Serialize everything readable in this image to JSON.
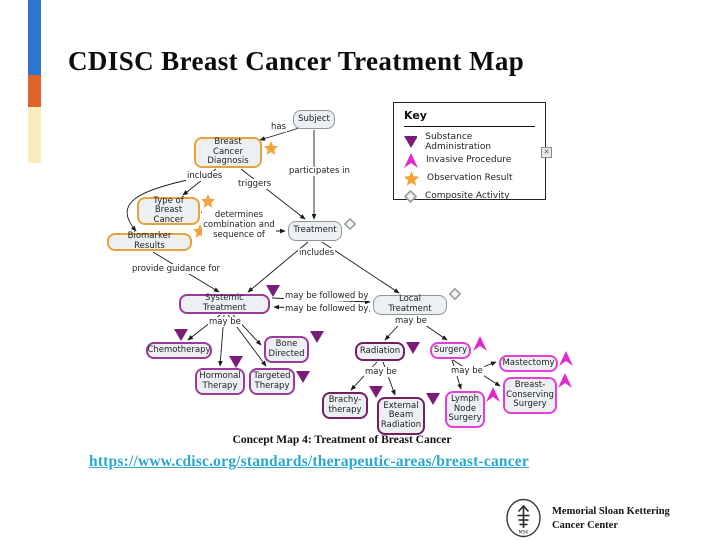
{
  "slide": {
    "title": "CDISC Breast Cancer Treatment Map",
    "caption": "Concept Map 4: Treatment of Breast Cancer",
    "link": "https://www.cdisc.org/standards/therapeutic-areas/breast-cancer"
  },
  "colors": {
    "accent_blue": "#2e75cf",
    "accent_orange": "#e2622b",
    "accent_cream": "#fbecbd",
    "node_gray_border": "#8b969c",
    "node_orange_border": "#e8a23c",
    "node_purple_border": "#9b3a9b",
    "node_dark_purple_border": "#722063",
    "node_pink_border": "#e33fd8",
    "marker_triangle": "#7a1d7a",
    "marker_dart": "#e129ce",
    "marker_star": "#f2a33c",
    "marker_diamond": "#9aa0a3",
    "link_color": "#2ba6ce"
  },
  "key": {
    "title": "Key",
    "items": [
      {
        "icon": "substance-administration-triangle",
        "label": "Substance Administration"
      },
      {
        "icon": "invasive-procedure-arrow",
        "label": "Invasive Procedure"
      },
      {
        "icon": "observation-result-star",
        "label": "Observation Result"
      },
      {
        "icon": "composite-activity-diamond",
        "label": "Composite Activity"
      }
    ]
  },
  "diagram": {
    "nodes": {
      "subject": {
        "label": "Subject",
        "marker": null
      },
      "breast_cancer_diagnosis": {
        "label": "Breast Cancer Diagnosis",
        "marker": "star"
      },
      "type_of_breast_cancer": {
        "label": "Type of Breast Cancer",
        "marker": "star"
      },
      "biomarker_results": {
        "label": "Biomarker Results",
        "marker": "star"
      },
      "treatment": {
        "label": "Treatment",
        "marker": "diamond"
      },
      "systemic_treatment": {
        "label": "Systemic Treatment",
        "marker": "triangle"
      },
      "local_treatment": {
        "label": "Local Treatment",
        "marker": "diamond"
      },
      "chemotherapy": {
        "label": "Chemotherapy",
        "marker": "triangle"
      },
      "hormonal_therapy": {
        "label": "Hormonal Therapy",
        "marker": "triangle"
      },
      "targeted_therapy": {
        "label": "Targeted Therapy",
        "marker": "triangle"
      },
      "bone_directed": {
        "label": "Bone Directed",
        "marker": "triangle"
      },
      "radiation": {
        "label": "Radiation",
        "marker": "triangle"
      },
      "brachytherapy": {
        "label": "Brachy-therapy",
        "marker": "triangle"
      },
      "external_beam_radiation": {
        "label": "External Beam Radiation",
        "marker": "triangle"
      },
      "surgery": {
        "label": "Surgery",
        "marker": "dart"
      },
      "lymph_node_surgery": {
        "label": "Lymph Node Surgery",
        "marker": "dart"
      },
      "mastectomy": {
        "label": "Mastectomy",
        "marker": "dart"
      },
      "breast_conserving_surgery": {
        "label": "Breast-Conserving Surgery",
        "marker": "dart"
      }
    },
    "edge_labels": {
      "has": "has",
      "participates_in": "participates in",
      "includes_diagnosis": "includes",
      "triggers": "triggers",
      "determines": "determines combination and sequence of",
      "includes_treatment": "includes",
      "provide_guidance": "provide guidance for",
      "may_be_followed_by_top": "may be followed by",
      "may_be_followed_by_bottom": "may be followed by",
      "may_be_systemic": "may be",
      "may_be_local": "may be",
      "may_be_radiation": "may be",
      "may_be_surgery": "may be"
    }
  },
  "logo": {
    "line1": "Memorial Sloan Kettering",
    "line2": "Cancer Center",
    "monogram": "MSK"
  }
}
